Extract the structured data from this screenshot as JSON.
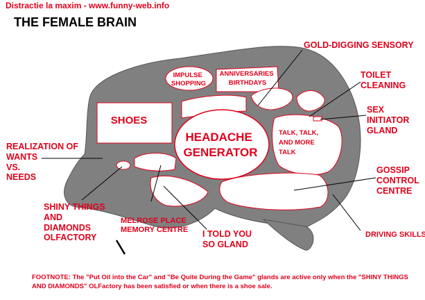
{
  "header": {
    "site_text": "Distractie la maxim - www.funny-web.info",
    "title": "THE FEMALE BRAIN"
  },
  "regions": {
    "impulse": "IMPULSE\nSHOPPING",
    "anniversaries": "ANNIVERSARIES\nBIRTHDAYS",
    "shoes": "SHOES",
    "headache": "HEADACHE\nGENERATOR",
    "talk": "TALK, TALK,\nAND MORE\nTALK"
  },
  "labels": {
    "gold_digging": "GOLD-DIGGING SENSORY",
    "toilet": "TOILET\nCLEANING",
    "sex": "SEX\nINITIATOR\nGLAND",
    "gossip": "GOSSIP\nCONTROL\nCENTRE",
    "driving": "DRIVING SKILLS",
    "realization": "REALIZATION OF\nWANTS\nVS.\nNEEDS",
    "shiny": "SHINY THINGS\nAND\nDIAMONDS\nOLFACTORY",
    "melrose": "MELROSE PLACE\nMEMORY CENTRE",
    "told_you": "I TOLD YOU\nSO GLAND"
  },
  "footnote": "FOOTNOTE:  The \"Put Oil into the Car\" and \"Be Quite During the Game\" glands are active only when the \"SHINY THINGS AND DIAMONDS\" OLFactory has been satisfied or when there is a shoe sale.",
  "colors": {
    "brain_fill": "#808080",
    "text_red": "#e0001b",
    "region_outline": "#e0001b"
  }
}
